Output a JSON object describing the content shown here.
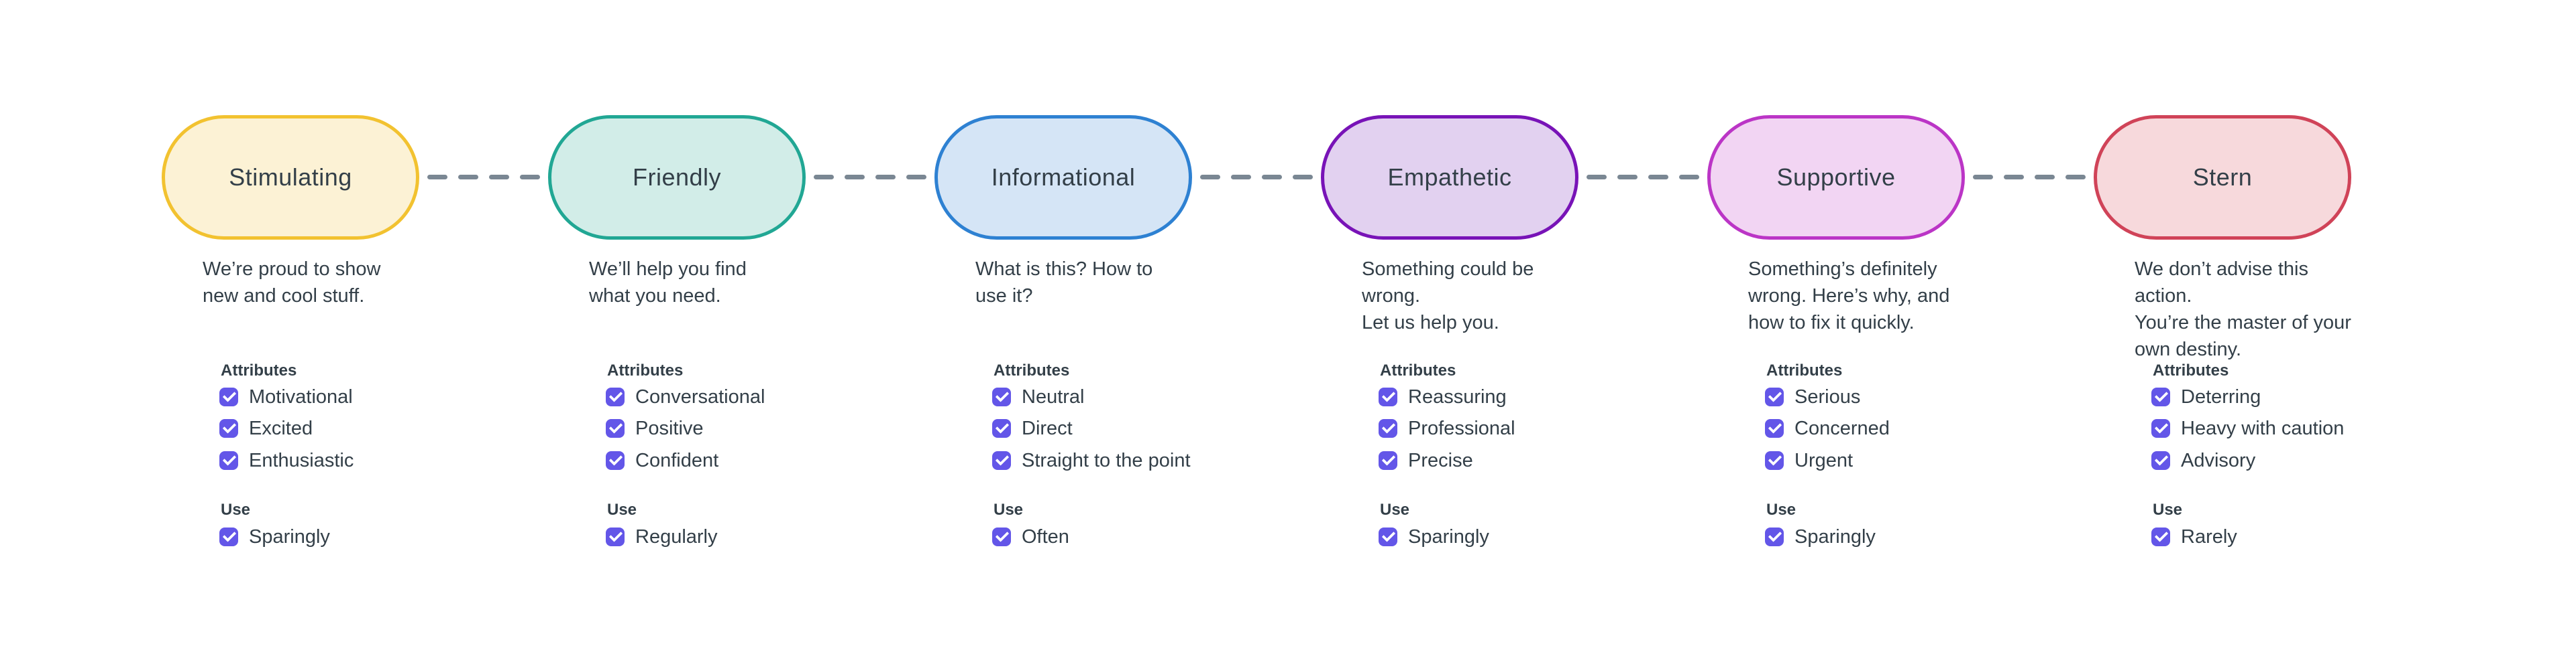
{
  "labels": {
    "attributes": "Attributes",
    "use": "Use"
  },
  "colors": {
    "background": "#FFFFFF",
    "text": "#333F48",
    "checkbox": "#6356E8",
    "connector": "#7A8793"
  },
  "all_checkboxes_checked": true,
  "tones": [
    {
      "label": "Stimulating",
      "description": "We’re proud to show\nnew and cool stuff.",
      "attributes": [
        "Motivational",
        "Excited",
        "Enthusiastic"
      ],
      "use": "Sparingly",
      "colors": {
        "fill": "#FCF2D5",
        "border": "#F2C230"
      }
    },
    {
      "label": "Friendly",
      "description": "We’ll help you find\nwhat you need.",
      "attributes": [
        "Conversational",
        "Positive",
        "Confident"
      ],
      "use": "Regularly",
      "colors": {
        "fill": "#D2EDE8",
        "border": "#21A794"
      }
    },
    {
      "label": "Informational",
      "description": "What is this? How to\nuse it?",
      "attributes": [
        "Neutral",
        "Direct",
        "Straight to the point"
      ],
      "use": "Often",
      "colors": {
        "fill": "#D5E5F6",
        "border": "#2E81D2"
      }
    },
    {
      "label": "Empathetic",
      "description": "Something could be wrong.\nLet us help you.",
      "attributes": [
        "Reassuring",
        "Professional",
        "Precise"
      ],
      "use": "Sparingly",
      "colors": {
        "fill": "#E2D1F0",
        "border": "#7813B7"
      }
    },
    {
      "label": "Supportive",
      "description": "Something’s definitely\nwrong. Here’s why, and\nhow to fix it quickly.",
      "attributes": [
        "Serious",
        "Concerned",
        "Urgent"
      ],
      "use": "Sparingly",
      "colors": {
        "fill": "#F2D5F3",
        "border": "#BB35C6"
      }
    },
    {
      "label": "Stern",
      "description": "We don’t advise this action.\nYou’re the master of your\nown destiny.",
      "attributes": [
        "Deterring",
        "Heavy with caution",
        "Advisory"
      ],
      "use": "Rarely",
      "colors": {
        "fill": "#F7D9DC",
        "border": "#D04358"
      }
    }
  ]
}
